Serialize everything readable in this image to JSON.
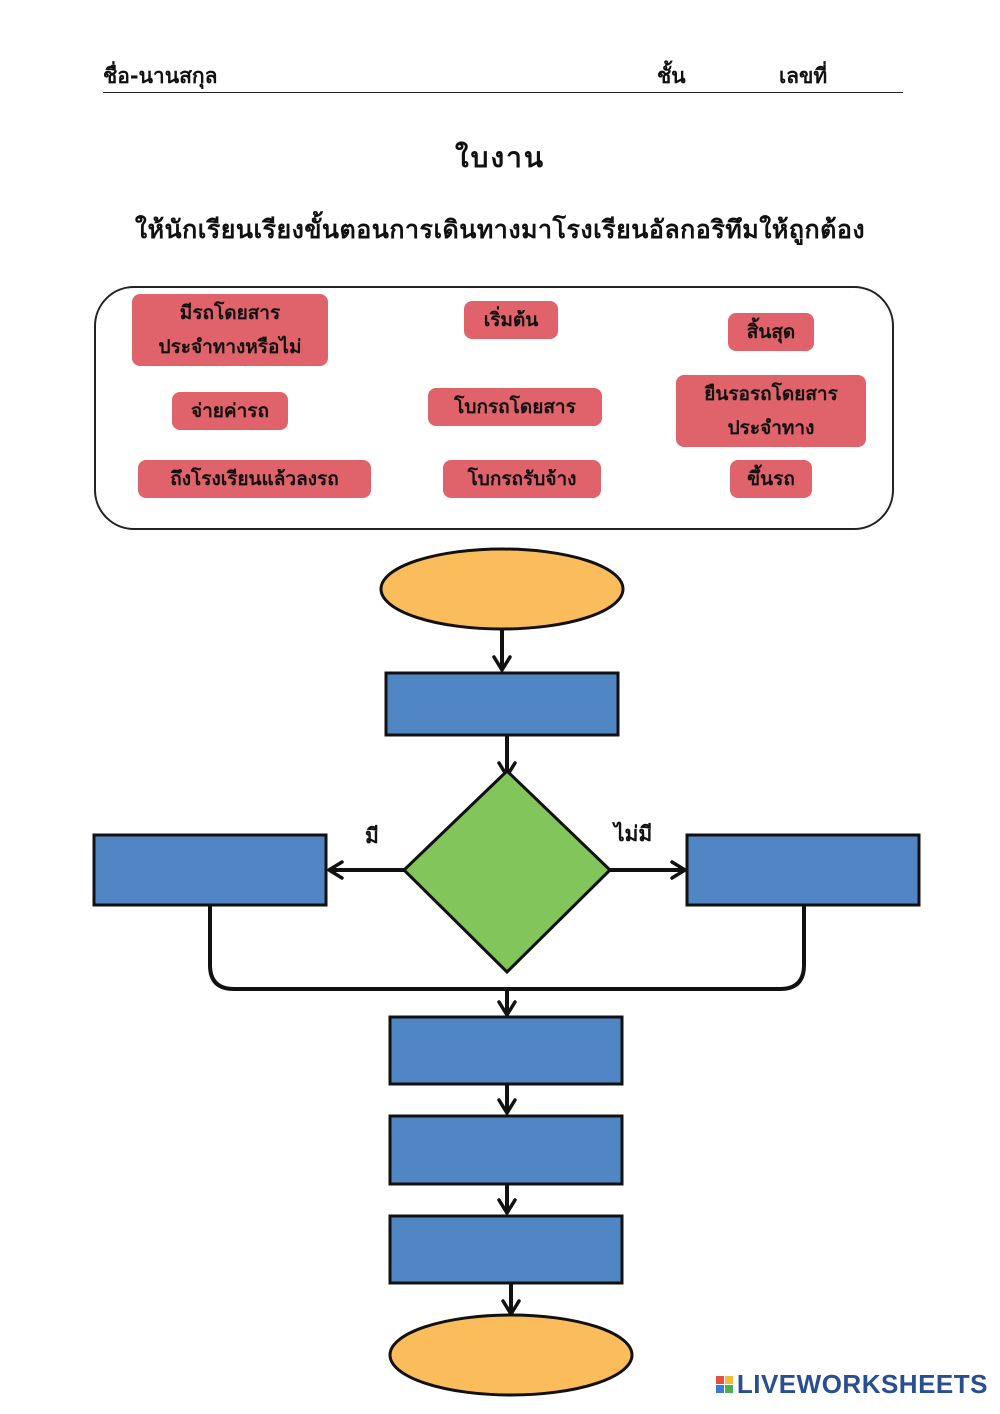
{
  "header": {
    "name_label": "ชื่อ-นานสกุล",
    "class_label": "ชั้น",
    "number_label": "เลขที่"
  },
  "title": "ใบงาน",
  "instruction": "ให้นักเรียนเรียงขั้นตอนการเดินทางมาโรงเรียนอัลกอริทึมให้ถูกต้อง",
  "word_bank": {
    "items": [
      {
        "line1": "มีรถโดยสาร",
        "line2": "ประจำทางหรือไม่"
      },
      {
        "line1": "เริ่มต้น"
      },
      {
        "line1": "สิ้นสุด"
      },
      {
        "line1": "จ่ายค่ารถ"
      },
      {
        "line1": "โบกรถโดยสาร"
      },
      {
        "line1": "ยืนรอรถโดยสาร",
        "line2": "ประจำทาง"
      },
      {
        "line1": "ถึงโรงเรียนแล้วลงรถ"
      },
      {
        "line1": "โบกรถรับจ้าง"
      },
      {
        "line1": "ขึ้นรถ"
      }
    ]
  },
  "flowchart": {
    "yes_label": "มี",
    "no_label": "ไม่มี",
    "colors": {
      "terminal": "#fbbc5b",
      "process": "#4f86c3",
      "decision": "#82c55a",
      "tag": "#e0626a"
    }
  },
  "watermark": "LIVEWORKSHEETS"
}
